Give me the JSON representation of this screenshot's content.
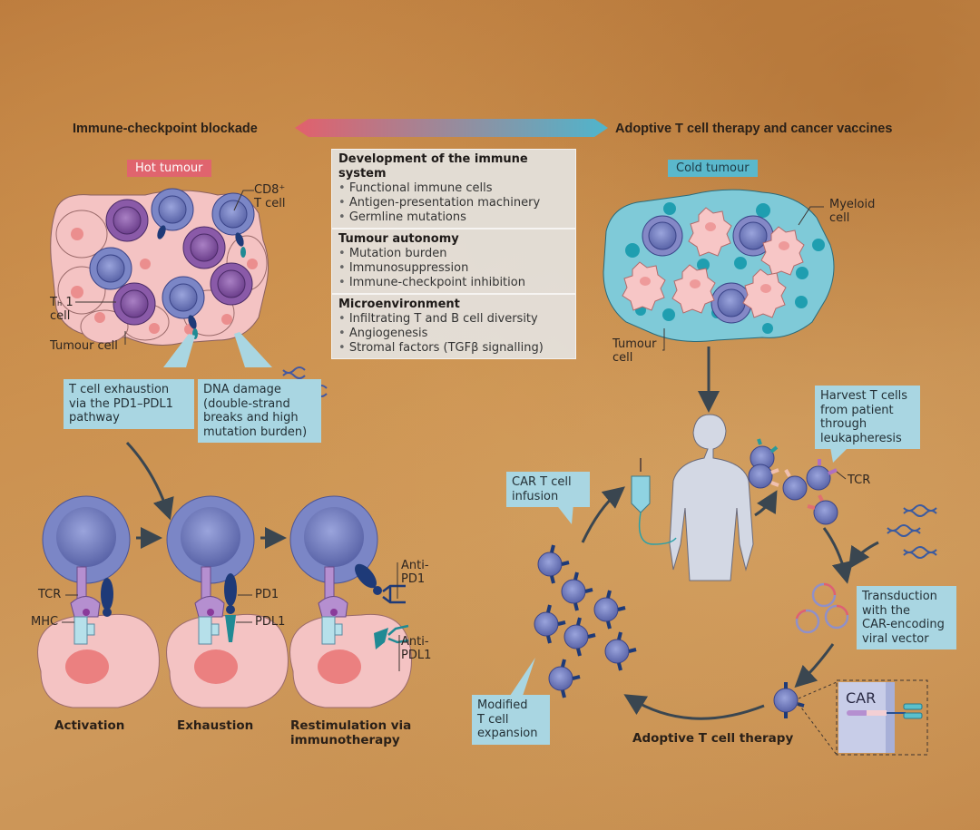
{
  "header": {
    "left_title": "Immune-checkpoint blockade",
    "right_title": "Adoptive T cell therapy and cancer vaccines",
    "gradient_colors": {
      "left": "#e2606c",
      "right": "#4fb5cc"
    }
  },
  "info_box": {
    "sections": [
      {
        "title": "Development of the immune system",
        "items": [
          "Functional immune cells",
          "Antigen-presentation machinery",
          "Germline mutations"
        ]
      },
      {
        "title": "Tumour autonomy",
        "items": [
          "Mutation burden",
          "Immunosuppression",
          "Immune-checkpoint inhibition"
        ]
      },
      {
        "title": "Microenvironment",
        "items": [
          "Infiltrating T and B cell diversity",
          "Angiogenesis",
          "Stromal factors (TGFβ signalling)"
        ]
      }
    ]
  },
  "hot_tumour": {
    "tag": "Hot tumour",
    "labels": {
      "cd8": "CD8⁺\nT cell",
      "th1": "Tₕ 1\ncell",
      "tumour_cell": "Tumour cell"
    },
    "callouts": {
      "exhaustion": "T cell exhaustion\nvia the  PD1–PDL1\npathway",
      "dna": "DNA damage\n(double-strand\nbreaks and high\nmutation burden)"
    }
  },
  "checkpoint_stages": {
    "labels": {
      "tcr": "TCR",
      "mhc": "MHC",
      "pd1": "PD1",
      "pdl1": "PDL1",
      "anti_pd1": "Anti-\nPD1",
      "anti_pdl1": "Anti-\nPDL1"
    },
    "captions": [
      "Activation",
      "Exhaustion",
      "Restimulation via\nimmunotherapy"
    ]
  },
  "cold_tumour": {
    "tag": "Cold tumour",
    "labels": {
      "myeloid": "Myeloid\ncell",
      "tumour_cell": "Tumour\ncell"
    }
  },
  "car_t_cycle": {
    "callouts": {
      "harvest": "Harvest T cells\nfrom patient\nthrough\nleukapheresis",
      "infusion": "CAR T cell\ninfusion",
      "transduction": "Transduction\nwith the\nCAR-encoding\nviral vector",
      "expansion": "Modified\nT cell\nexpansion"
    },
    "labels": {
      "tcr": "TCR",
      "car": "CAR"
    },
    "caption": "Adoptive T cell therapy"
  },
  "colors": {
    "t_cell": "#7b86c6",
    "th1_cell": "#8a5aa8",
    "tumour_pink": "#f4c3c3",
    "cold_tumour_cyan": "#7fcad8",
    "callout_blue": "#a9d6e2",
    "arrow": "#3a4650"
  }
}
